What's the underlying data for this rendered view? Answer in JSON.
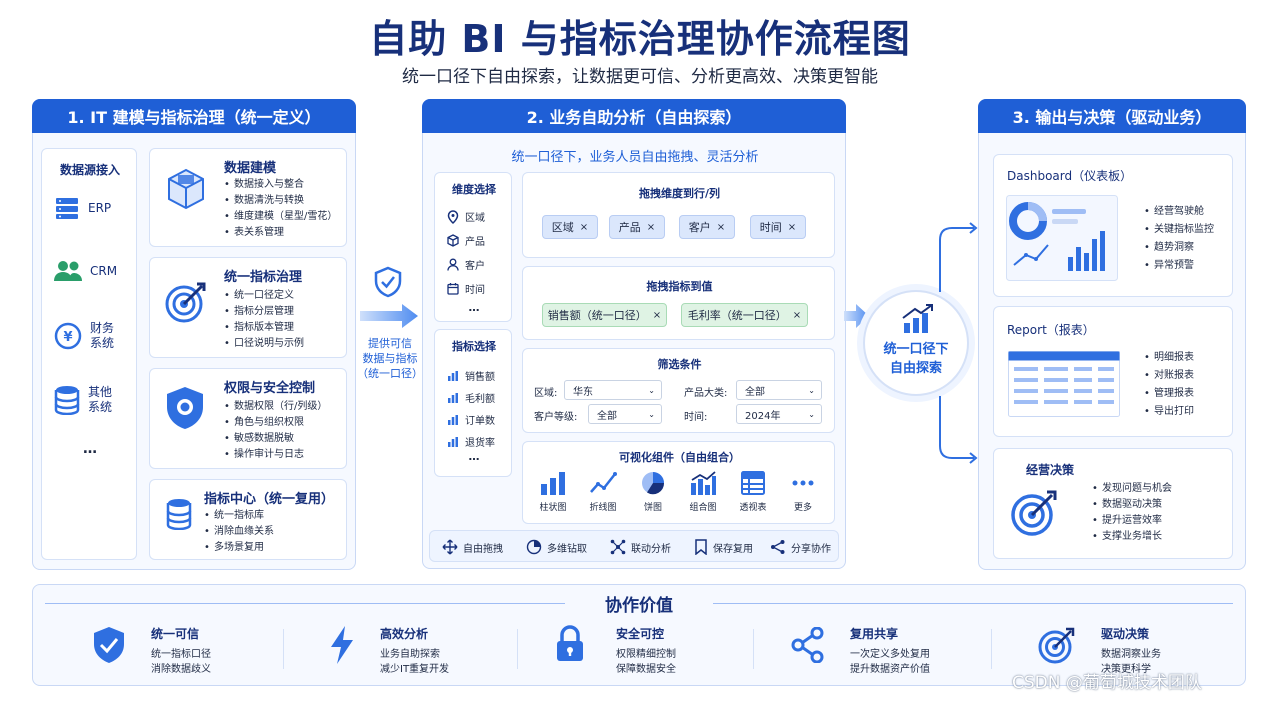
{
  "title": "自助 BI 与指标治理协作流程图",
  "subtitle": "统一口径下自由探索，让数据更可信、分析更高效、决策更智能",
  "panel1": {
    "header": "1. IT 建模与指标治理（统一定义）",
    "sources_title": "数据源接入",
    "sources": [
      "ERP",
      "CRM",
      "财务\n系统",
      "其他\n系统",
      "…"
    ],
    "modules": [
      {
        "title": "数据建模",
        "items": [
          "数据接入与整合",
          "数据清洗与转换",
          "维度建模（星型/雪花）",
          "表关系管理"
        ]
      },
      {
        "title": "统一指标治理",
        "items": [
          "统一口径定义",
          "指标分层管理",
          "指标版本管理",
          "口径说明与示例"
        ]
      },
      {
        "title": "权限与安全控制",
        "items": [
          "数据权限（行/列级）",
          "角色与组织权限",
          "敏感数据脱敏",
          "操作审计与日志"
        ]
      },
      {
        "title": "指标中心（统一复用）",
        "items": [
          "统一指标库",
          "消除血缘关系",
          "多场景复用"
        ]
      }
    ]
  },
  "flow1": {
    "label": "提供可信\n数据与指标\n（统一口径）"
  },
  "panel2": {
    "header": "2. 业务自助分析（自由探索）",
    "intro": "统一口径下，业务人员自由拖拽、灵活分析",
    "dim_title": "维度选择",
    "dims": [
      "区域",
      "产品",
      "客户",
      "时间",
      "…"
    ],
    "metric_title": "指标选择",
    "metrics": [
      "销售额",
      "毛利额",
      "订单数",
      "退货率",
      "…"
    ],
    "drag_dim_title": "拖拽维度到行/列",
    "drag_dims": [
      "区域",
      "产品",
      "客户",
      "时间"
    ],
    "drag_metric_title": "拖拽指标到值",
    "drag_metrics": [
      "销售额（统一口径）",
      "毛利率（统一口径）"
    ],
    "filter_title": "筛选条件",
    "filters": [
      {
        "label": "区域:",
        "value": "华东"
      },
      {
        "label": "产品大类:",
        "value": "全部"
      },
      {
        "label": "客户等级:",
        "value": "全部"
      },
      {
        "label": "时间:",
        "value": "2024年"
      }
    ],
    "viz_title": "可视化组件（自由组合）",
    "viz": [
      "柱状图",
      "折线图",
      "饼图",
      "组合图",
      "透视表",
      "更多"
    ],
    "actions": [
      "自由拖拽",
      "多维钻取",
      "联动分析",
      "保存复用",
      "分享协作"
    ]
  },
  "hub": {
    "label": "统一口径下\n自由探索"
  },
  "panel3": {
    "header": "3. 输出与决策（驱动业务）",
    "dashboard": {
      "title": "Dashboard（仪表板）",
      "items": [
        "经营驾驶舱",
        "关键指标监控",
        "趋势洞察",
        "异常预警"
      ]
    },
    "report": {
      "title": "Report（报表）",
      "items": [
        "明细报表",
        "对账报表",
        "管理报表",
        "导出打印"
      ]
    },
    "decision": {
      "title": "经营决策",
      "items": [
        "发现问题与机会",
        "数据驱动决策",
        "提升运营效率",
        "支撑业务增长"
      ]
    }
  },
  "values": {
    "title": "协作价值",
    "items": [
      {
        "title": "统一可信",
        "lines": [
          "统一指标口径",
          "消除数据歧义"
        ]
      },
      {
        "title": "高效分析",
        "lines": [
          "业务自助探索",
          "减少IT重复开发"
        ]
      },
      {
        "title": "安全可控",
        "lines": [
          "权限精细控制",
          "保障数据安全"
        ]
      },
      {
        "title": "复用共享",
        "lines": [
          "一次定义多处复用",
          "提升数据资产价值"
        ]
      },
      {
        "title": "驱动决策",
        "lines": [
          "数据洞察业务",
          "决策更科学"
        ]
      }
    ]
  },
  "watermark": "CSDN @葡萄城技术团队",
  "colors": {
    "primary": "#1f5fd6",
    "title": "#17307a",
    "chip_blue": "#dbe7fc",
    "chip_green": "#dff3e4",
    "bg_panel": "#f6f9ff"
  }
}
